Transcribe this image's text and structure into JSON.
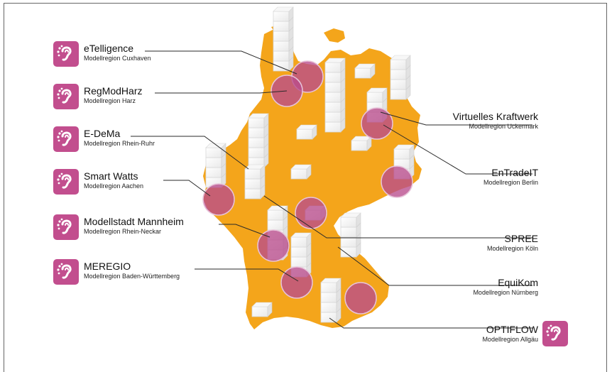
{
  "colors": {
    "land": "#f4a51b",
    "icon_bg": "#c24e8e",
    "highlight": "#b84b8c",
    "building": "#ffffff",
    "line": "#2a2a2a"
  },
  "icon_name": "ear-icon",
  "projects": [
    {
      "id": "etelligence",
      "title": "eTelligence",
      "region": "Modellregion Cuxhaven"
    },
    {
      "id": "regmodharz",
      "title": "RegModHarz",
      "region": "Modellregion Harz"
    },
    {
      "id": "edema",
      "title": "E-DeMa",
      "region": "Modellregion Rhein-Ruhr"
    },
    {
      "id": "smartwatts",
      "title": "Smart Watts",
      "region": "Modellregion Aachen"
    },
    {
      "id": "mannheim",
      "title": "Modellstadt Mannheim",
      "region": "Modellregion Rhein-Neckar"
    },
    {
      "id": "meregio",
      "title": "MEREGIO",
      "region": "Modellregion Baden-Württemberg"
    },
    {
      "id": "kraftwerk",
      "title": "Virtuelles Kraftwerk",
      "region": "Modellregion Uckermark"
    },
    {
      "id": "entradeit",
      "title": "EnTradeIT",
      "region": "Modellregion Berlin"
    },
    {
      "id": "spree",
      "title": "SPREE",
      "region": "Modellregion Köln"
    },
    {
      "id": "equikom",
      "title": "EquiKom",
      "region": "Modellregion Nürnberg"
    },
    {
      "id": "optiflow",
      "title": "OPTIFLOW",
      "region": "Modellregion Allgäu"
    }
  ]
}
